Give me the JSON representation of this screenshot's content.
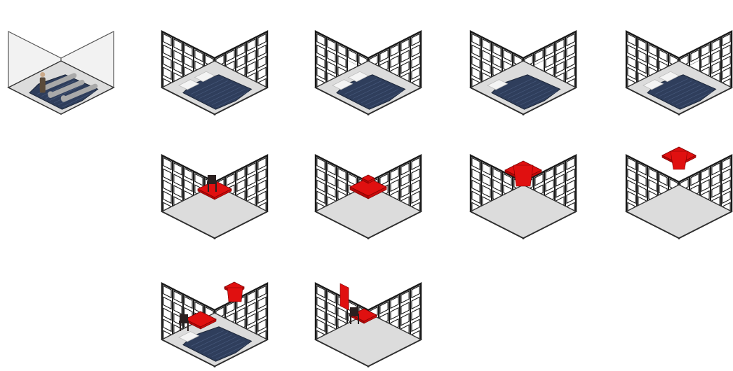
{
  "figure": {
    "colors": {
      "floor": "#dcdcdc",
      "wall_plain": "#f2f2f2",
      "grid_line": "#1a1a1a",
      "mattress": "#2f3e5c",
      "pillow": "#f4f4f4",
      "furniture": "#e01010",
      "chair": "#2a2020",
      "mannequin": "#a9a9a9",
      "person": "#5a4a3a"
    },
    "panels": [
      {
        "id": "r1c1",
        "walls": "plain",
        "mattress": true,
        "people": true,
        "pillows": 0,
        "openings": [],
        "furniture": "none"
      },
      {
        "id": "r1c2",
        "walls": "grid",
        "mattress": true,
        "people": false,
        "pillows": 2,
        "openings": [],
        "furniture": "none"
      },
      {
        "id": "r1c3",
        "walls": "grid",
        "mattress": true,
        "people": false,
        "pillows": 2,
        "openings": [
          "left-high",
          "left-low",
          "right-low"
        ],
        "furniture": "none"
      },
      {
        "id": "r1c4",
        "walls": "grid",
        "mattress": true,
        "people": false,
        "pillows": 1,
        "openings": [
          "left-low",
          "right-high",
          "right-mid"
        ],
        "furniture": "none"
      },
      {
        "id": "r1c5",
        "walls": "grid",
        "mattress": true,
        "people": false,
        "pillows": 2,
        "openings": [
          "right-high"
        ],
        "furniture": "none"
      },
      {
        "id": "r2c2",
        "walls": "grid",
        "mattress": false,
        "people": false,
        "pillows": 0,
        "openings": [],
        "furniture": "table-chair"
      },
      {
        "id": "r2c3",
        "walls": "grid",
        "mattress": false,
        "people": false,
        "pillows": 0,
        "openings": [],
        "furniture": "corner-shelf"
      },
      {
        "id": "r2c4",
        "walls": "grid",
        "mattress": false,
        "people": false,
        "pillows": 0,
        "openings": [],
        "furniture": "hanging-mid"
      },
      {
        "id": "r2c5",
        "walls": "grid",
        "mattress": false,
        "people": false,
        "pillows": 0,
        "openings": [],
        "furniture": "hanging-high"
      },
      {
        "id": "r3c2",
        "walls": "grid",
        "mattress": true,
        "people": false,
        "pillows": 1,
        "openings": [],
        "furniture": "combined"
      },
      {
        "id": "r3c3",
        "walls": "grid",
        "mattress": false,
        "people": false,
        "pillows": 0,
        "openings": [],
        "furniture": "wall-desk"
      }
    ]
  }
}
